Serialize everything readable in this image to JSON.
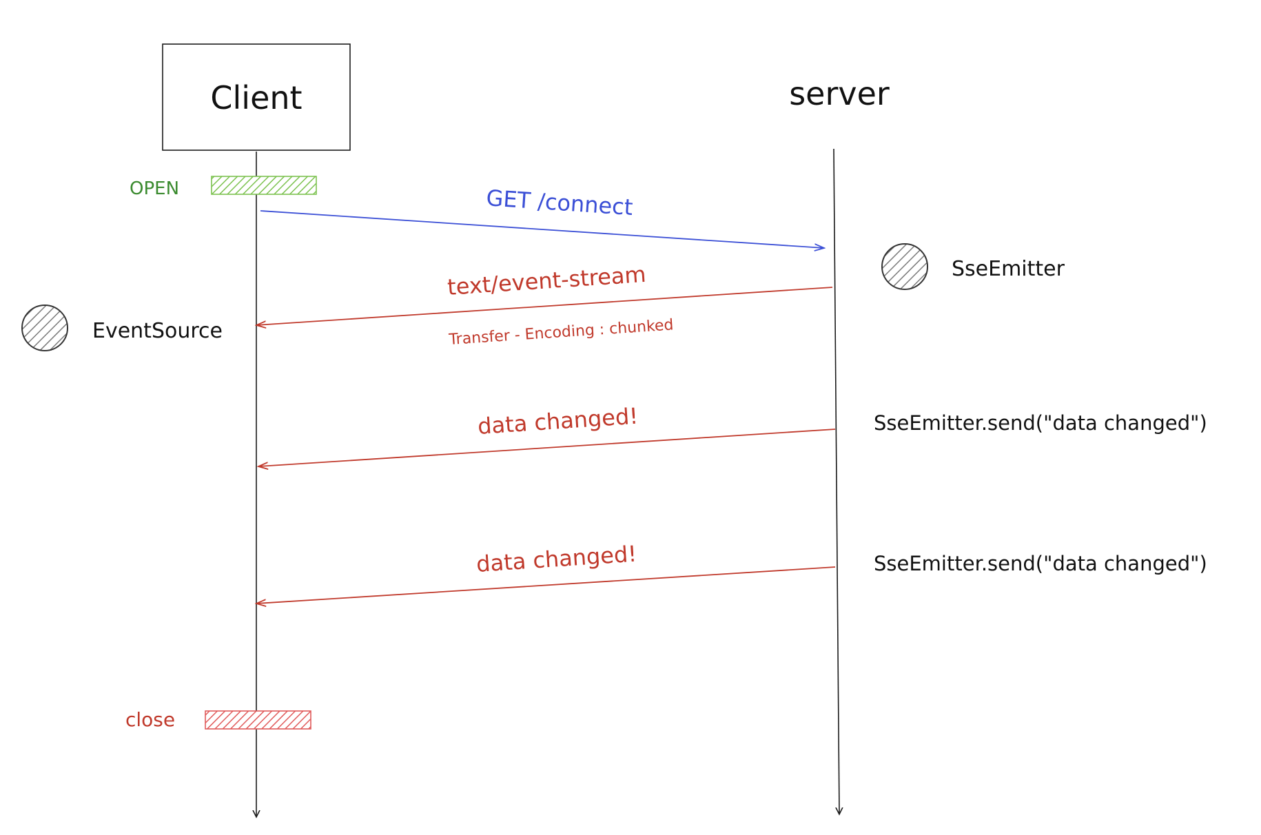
{
  "participants": {
    "client": {
      "label": "Client"
    },
    "server": {
      "label": "server"
    }
  },
  "states": {
    "open": {
      "label": "OPEN",
      "color": "#3a8a2e",
      "fill": "#7cc24f"
    },
    "close": {
      "label": "close",
      "color": "#c0392b",
      "fill": "#e05a5a"
    }
  },
  "objects": {
    "client_object": {
      "label": "EventSource"
    },
    "server_object": {
      "label": "SseEmitter"
    }
  },
  "messages": [
    {
      "label": "GET /connect",
      "direction": "client-to-server",
      "color": "#3b4fd6"
    },
    {
      "label": "text/event-stream",
      "sublabel": "Transfer - Encoding : chunked",
      "direction": "server-to-client",
      "color": "#c0392b"
    },
    {
      "label": "data changed!",
      "direction": "server-to-client",
      "color": "#c0392b"
    },
    {
      "label": "data changed!",
      "direction": "server-to-client",
      "color": "#c0392b"
    }
  ],
  "server_actions": [
    {
      "label": "SseEmitter.send(\"data changed\")"
    },
    {
      "label": "SseEmitter.send(\"data changed\")"
    }
  ],
  "colors": {
    "lifeline": "#1a1a1a",
    "object_fill": "#bdbdbd"
  }
}
